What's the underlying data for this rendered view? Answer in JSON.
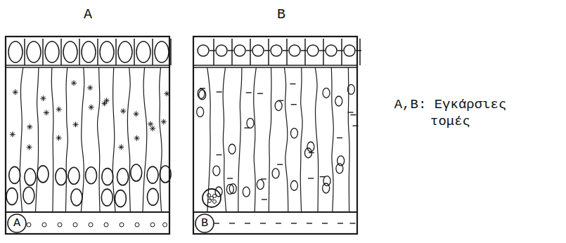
{
  "diagram": {
    "labels": [
      "A",
      "B",
      "A",
      "B",
      "A,B: Εγκάρσιες τομές"
    ]
  }
}
